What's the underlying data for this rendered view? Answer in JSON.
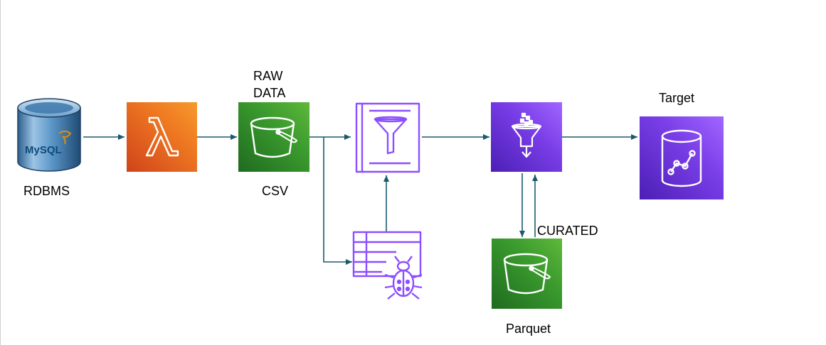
{
  "nodes": {
    "mysql": {
      "label": "RDBMS",
      "logo_text": "MySQL"
    },
    "lambda": {
      "icon": "lambda-icon"
    },
    "raw_bucket": {
      "label_top_line1": "RAW",
      "label_top_line2": "DATA",
      "label_bottom": "CSV",
      "icon": "s3-bucket-icon"
    },
    "glue_catalog": {
      "icon": "data-catalog-filter-icon"
    },
    "glue_crawler": {
      "icon": "crawler-table-bug-icon"
    },
    "glue_etl": {
      "icon": "glue-funnel-icon"
    },
    "curated_bucket": {
      "label_top": "CURATED",
      "label_bottom": "Parquet",
      "icon": "s3-bucket-icon"
    },
    "target": {
      "label": "Target",
      "icon": "database-analytics-icon"
    }
  },
  "colors": {
    "arrow": "#1a5a6e",
    "lambda_orange": "#ef7a22",
    "s3_green": "#3a9a2e",
    "glue_purple": "#8c4fff",
    "mysql_blue": "#4b87b8"
  }
}
